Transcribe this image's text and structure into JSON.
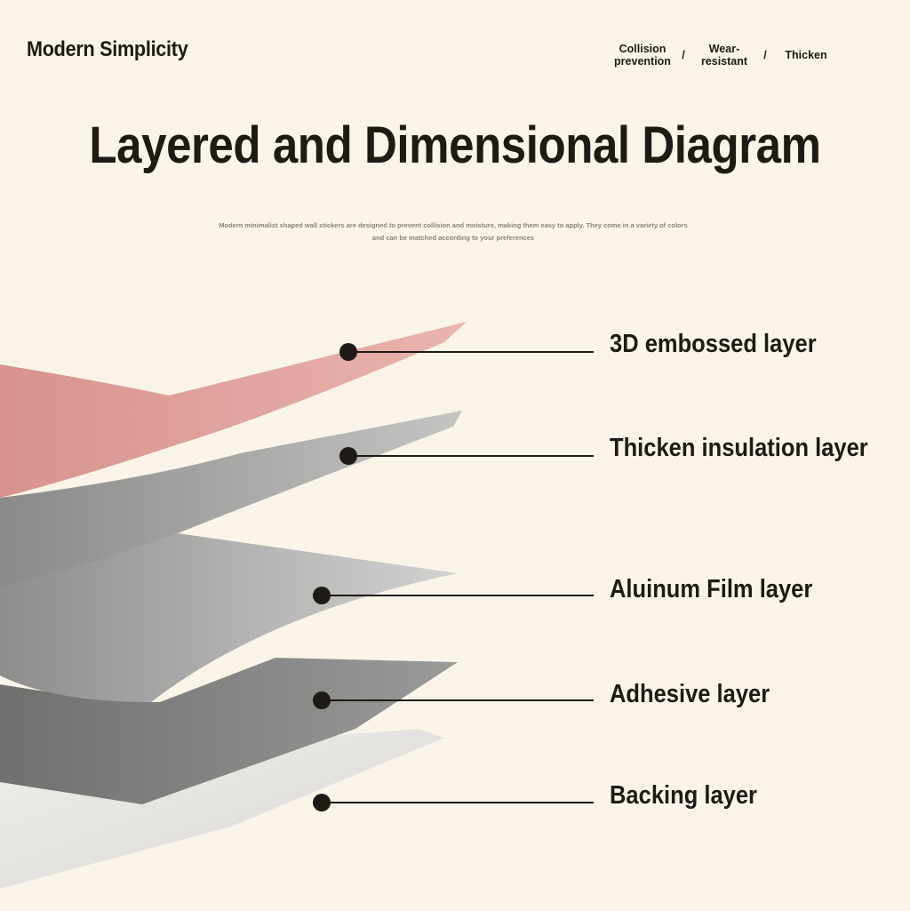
{
  "brand": "Modern Simplicity",
  "tags": [
    "Collision prevention",
    "Wear-resistant",
    "Thicken"
  ],
  "separator": "/",
  "title": "Layered and  Dimensional Diagram",
  "subtitle": "Modern minimalist shaped wall stickers are designed to prevent  collision and moisture, making them easy to apply. They come in a variety of colors and can be matched according to your preferences",
  "layers": [
    {
      "label": "3D embossed layer",
      "color": "#e0a8a2"
    },
    {
      "label": "Thicken insulation layer",
      "color": "#9c9c9a"
    },
    {
      "label": "Aluinum Film layer",
      "color": "#b9b9b7"
    },
    {
      "label": "Adhesive layer",
      "color": "#8c8c8a"
    },
    {
      "label": "Backing layer",
      "color": "#e4e2df"
    }
  ]
}
